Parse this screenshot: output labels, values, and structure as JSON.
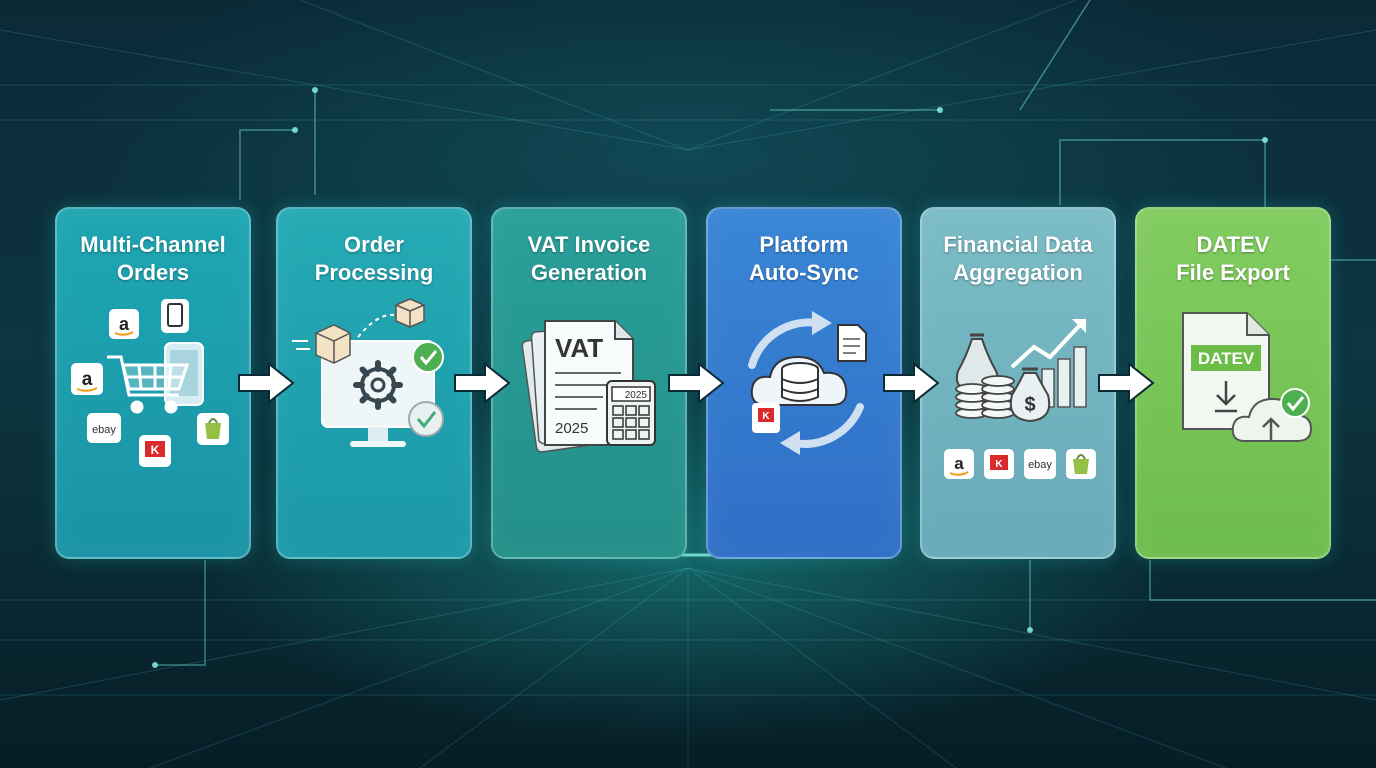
{
  "steps": [
    {
      "title_line1": "Multi-Channel",
      "title_line2": "Orders"
    },
    {
      "title_line1": "Order",
      "title_line2": "Processing"
    },
    {
      "title_line1": "VAT Invoice",
      "title_line2": "Generation"
    },
    {
      "title_line1": "Platform",
      "title_line2": "Auto-Sync"
    },
    {
      "title_line1": "Financial Data",
      "title_line2": "Aggregation"
    },
    {
      "title_line1": "DATEV",
      "title_line2": "File Export"
    }
  ],
  "illustration_text": {
    "vat_label": "VAT",
    "year_doc": "2025",
    "year_calc": "2025",
    "datev_label": "DATEV",
    "amazon_letter": "a",
    "ebay_text": "ebay",
    "kaufland_letter": "K",
    "dollar_sign": "$"
  },
  "icons": {
    "card_1": [
      "amazon-logo-icon",
      "smartphone-icon",
      "shopping-cart-icon",
      "tablet-icon",
      "ebay-logo-icon",
      "kaufland-logo-icon",
      "shopify-logo-icon"
    ],
    "card_2": [
      "package-icon",
      "monitor-icon",
      "gear-icon",
      "checkmark-icon"
    ],
    "card_3": [
      "invoice-document-icon",
      "calculator-icon"
    ],
    "card_4": [
      "cloud-icon",
      "database-icon",
      "sync-arrows-icon",
      "document-icon",
      "kaufland-logo-icon"
    ],
    "card_5": [
      "money-bag-icon",
      "coin-stack-icon",
      "bar-chart-icon",
      "trend-arrow-icon",
      "amazon-logo-icon",
      "kaufland-logo-icon",
      "ebay-logo-icon",
      "shopify-logo-icon"
    ],
    "card_6": [
      "file-icon",
      "download-icon",
      "cloud-upload-icon",
      "checkmark-icon"
    ]
  },
  "colors": {
    "card_1": "#1ea6b2",
    "card_2": "#25aab4",
    "card_3": "#2a9f9a",
    "card_4": "#3a86d6",
    "card_5": "#7bbcc6",
    "card_6": "#82cc60",
    "check_green": "#4caf50",
    "background": "#0d3440"
  }
}
